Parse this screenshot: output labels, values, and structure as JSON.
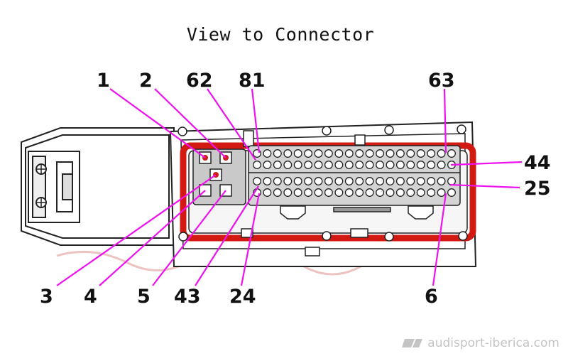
{
  "title": "View to Connector",
  "watermark": "audisport-iberica.com",
  "pins": {
    "p1": "1",
    "p2": "2",
    "p62": "62",
    "p81": "81",
    "p63": "63",
    "p44": "44",
    "p25": "25",
    "p3": "3",
    "p4": "4",
    "p5": "5",
    "p43": "43",
    "p24": "24",
    "p6": "6"
  },
  "colors": {
    "leader": "#ee12ee",
    "housing_red": "#d21a12",
    "outline": "#222222",
    "pin_fill": "#ffffff",
    "shaded": "#b8b8b8"
  }
}
